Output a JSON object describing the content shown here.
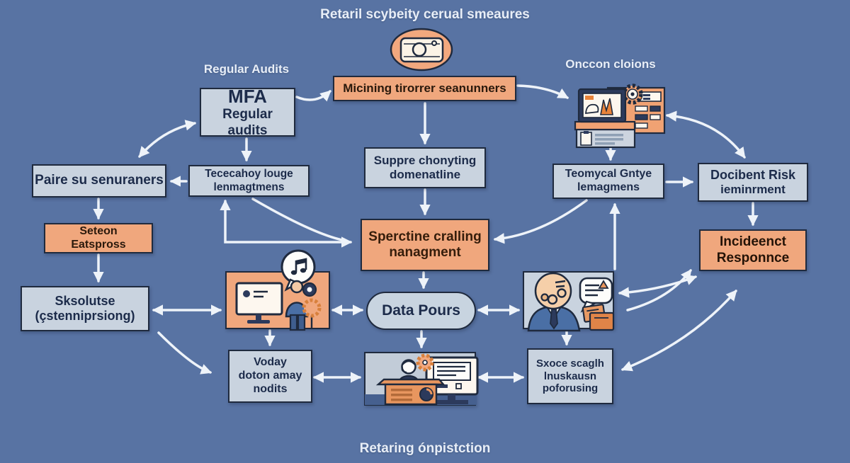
{
  "title": "Retaril scybeity cerual smeaures",
  "footer": "Retaring ónpistction",
  "labels": {
    "regular_audits": "Regular Audits",
    "oncon_cloions": "Onccon cloions"
  },
  "boxes": {
    "mfa": {
      "line1": "MFA",
      "line2": "Regular audits"
    },
    "scanner": {
      "line1": "Micining tirorrer seanunners"
    },
    "paire": {
      "line1": "Paire su senuraners"
    },
    "tececahoy": {
      "line1": "Tececahoy louge",
      "line2": "lenmagtmens"
    },
    "suppre": {
      "line1": "Suppre chonyting",
      "line2": "domenatline"
    },
    "teomycal": {
      "line1": "Teomycal Gntye",
      "line2": "lemagmens"
    },
    "docibent": {
      "line1": "Docibent Risk",
      "line2": "ieminrment"
    },
    "seteon": {
      "line1": "Seteon",
      "line2": "Eatspross"
    },
    "sperctine": {
      "line1": "Sperctine cralling",
      "line2": "nanagment"
    },
    "incident": {
      "line1": "Incideenct",
      "line2": "Responnce"
    },
    "sksolutse": {
      "line1": "Sksolutse",
      "line2": "(çstenniprsiong)"
    },
    "data_pours": {
      "line1": "Data Pours"
    },
    "voday": {
      "line1": "Voday",
      "line2": "doton amay",
      "line3": "nodits"
    },
    "sxoce": {
      "line1": "Sxoce scaglh",
      "line2": "lnuskausn",
      "line3": "poforusing"
    }
  },
  "icons": {
    "camera": "camera-icon",
    "dashboard": "monitoring-dashboard-icon",
    "workstation": "workstation-person-icon",
    "analyst": "analyst-speech-documents-icon",
    "helpdesk": "helpdesk-workstation-icon"
  },
  "colors": {
    "background": "#5873a3",
    "box_light": "#c9d3df",
    "box_orange": "#f0a77d",
    "border": "#1f2a3e",
    "arrow": "#eef3f9",
    "text_dark": "#1c2b4a",
    "text_light": "#e8eef7"
  }
}
